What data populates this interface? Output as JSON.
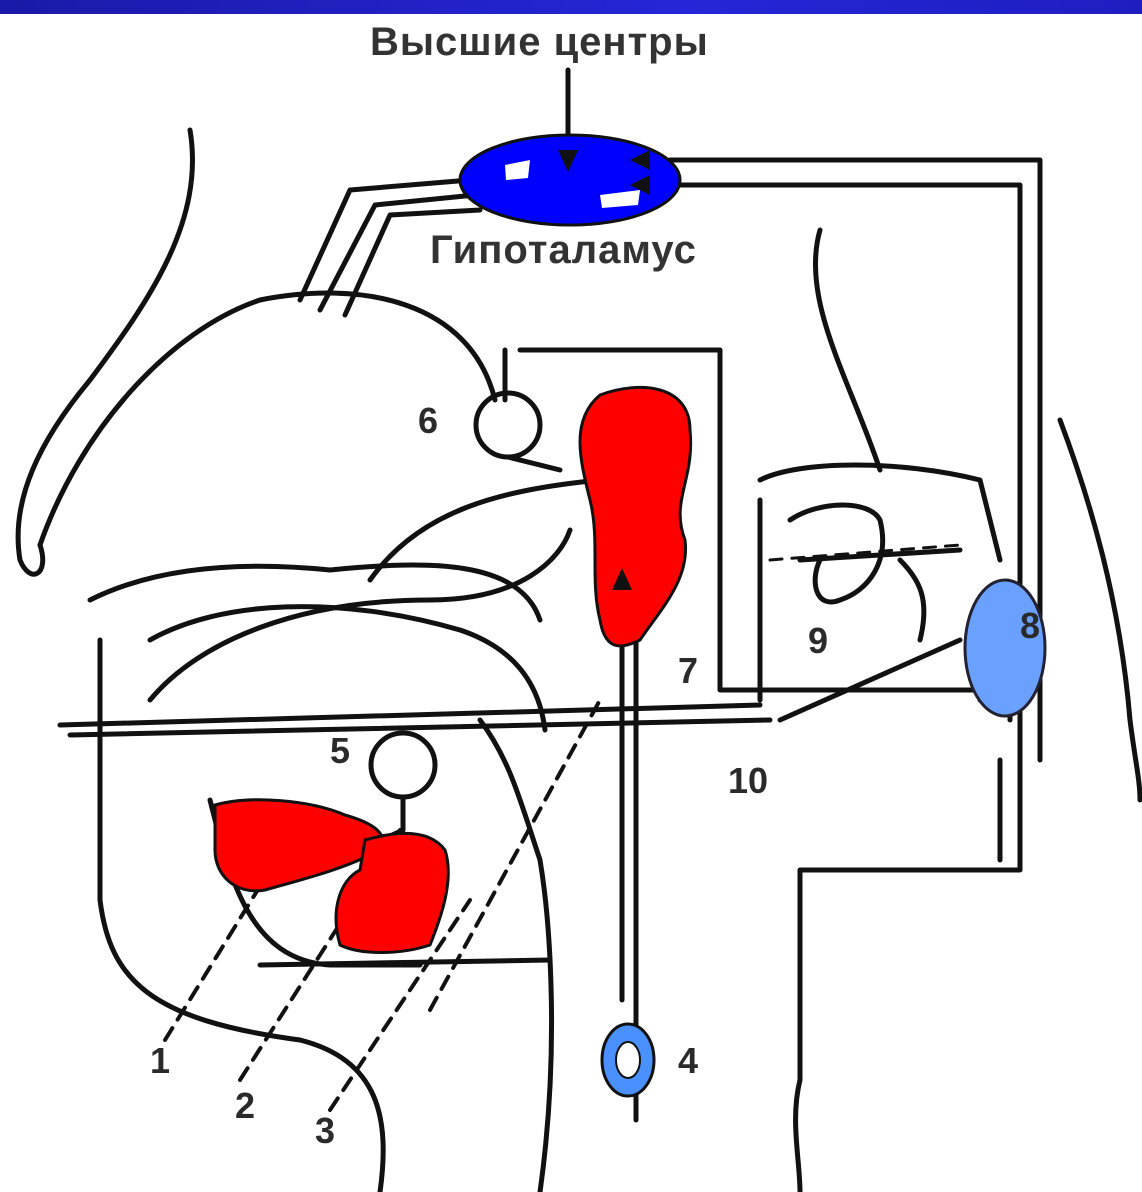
{
  "labels": {
    "higher_centers": "Высшие центры",
    "hypothalamus": "Гипоталамус"
  },
  "numbers": [
    "1",
    "2",
    "3",
    "4",
    "5",
    "6",
    "7",
    "8",
    "9",
    "10"
  ],
  "colors": {
    "glands": "#ff0000",
    "hypothalamus": "#0000ff",
    "ganglia": "#4a90ff",
    "outline": "#111111",
    "top_bar": "#2222cc"
  }
}
